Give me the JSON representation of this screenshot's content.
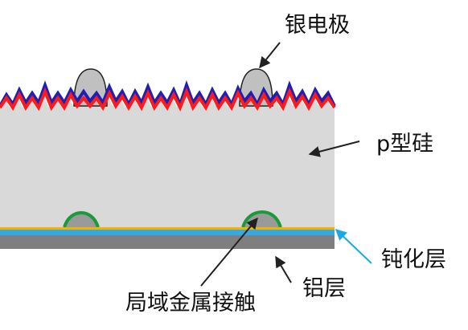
{
  "labels": {
    "silver_electrode": "银电极",
    "p_silicon": "p型硅",
    "passivation_layer": "钝化层",
    "aluminum_layer": "铝层",
    "local_metal_contact": "局域金属接触"
  },
  "colors": {
    "silicon": "#d9d9d9",
    "silver": "#c0c0c0",
    "front_top_line": "#1f1fb4",
    "front_bottom_line": "#ff1a1a",
    "passivation": "#38a8e0",
    "passivation_edge": "#f0b400",
    "aluminum": "#7f7f7f",
    "contact_outline": "#1a9a3a",
    "arrow": "#222222",
    "passivation_arrow": "#1aa8e6"
  }
}
